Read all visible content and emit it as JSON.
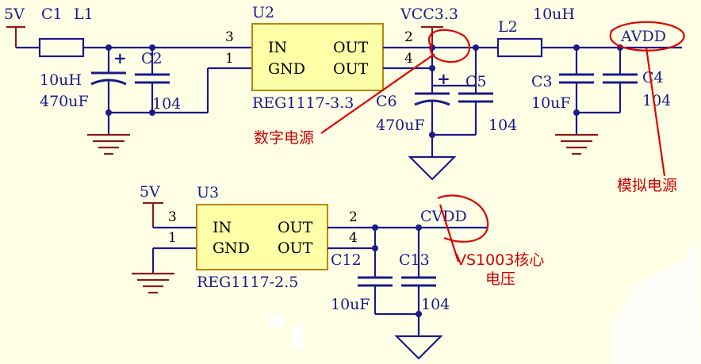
{
  "colors": {
    "background": "#ffffe6",
    "wire": "#1a1a8c",
    "chip_fill": "#ffffa8",
    "chip_border": "#b8860b",
    "power_symbol": "#8b1a1a",
    "annotation": "#e00000"
  },
  "top_circuit": {
    "input_net": "5V",
    "c1": "C1",
    "l1": "L1",
    "l1_value": "10uH",
    "c1_value": "470uF",
    "c2": "C2",
    "c2_value": "104",
    "u2": "U2",
    "u2_part": "REG1117-3.3",
    "u2_in": "IN",
    "u2_gnd": "GND",
    "u2_out1": "OUT",
    "u2_out2": "OUT",
    "pin3": "3",
    "pin1": "1",
    "pin2": "2",
    "pin4": "4",
    "vcc_net": "VCC3.3",
    "l2": "L2",
    "l2_value": "10uH",
    "avdd_net": "AVDD",
    "c3": "C3",
    "c3_value": "10uF",
    "c4": "C4",
    "c4_value": "104",
    "c5": "C5",
    "c5_value": "104",
    "c6": "C6",
    "c6_value": "470uF",
    "plus_c1": "+",
    "plus_c6": "+"
  },
  "bottom_circuit": {
    "input_net": "5V",
    "u3": "U3",
    "u3_part": "REG1117-2.5",
    "u3_in": "IN",
    "u3_gnd": "GND",
    "u3_out1": "OUT",
    "u3_out2": "OUT",
    "pin3": "3",
    "pin1": "1",
    "pin2": "2",
    "pin4": "4",
    "cvdd_net": "CVDD",
    "c12": "C12",
    "c12_value": "10uF",
    "c13": "C13",
    "c13_value": "104"
  },
  "annotations": {
    "digital_power": "数字电源",
    "analog_power": "模拟电源",
    "vs1003_core_line1": "VS1003核心",
    "vs1003_core_line2": "电压"
  }
}
